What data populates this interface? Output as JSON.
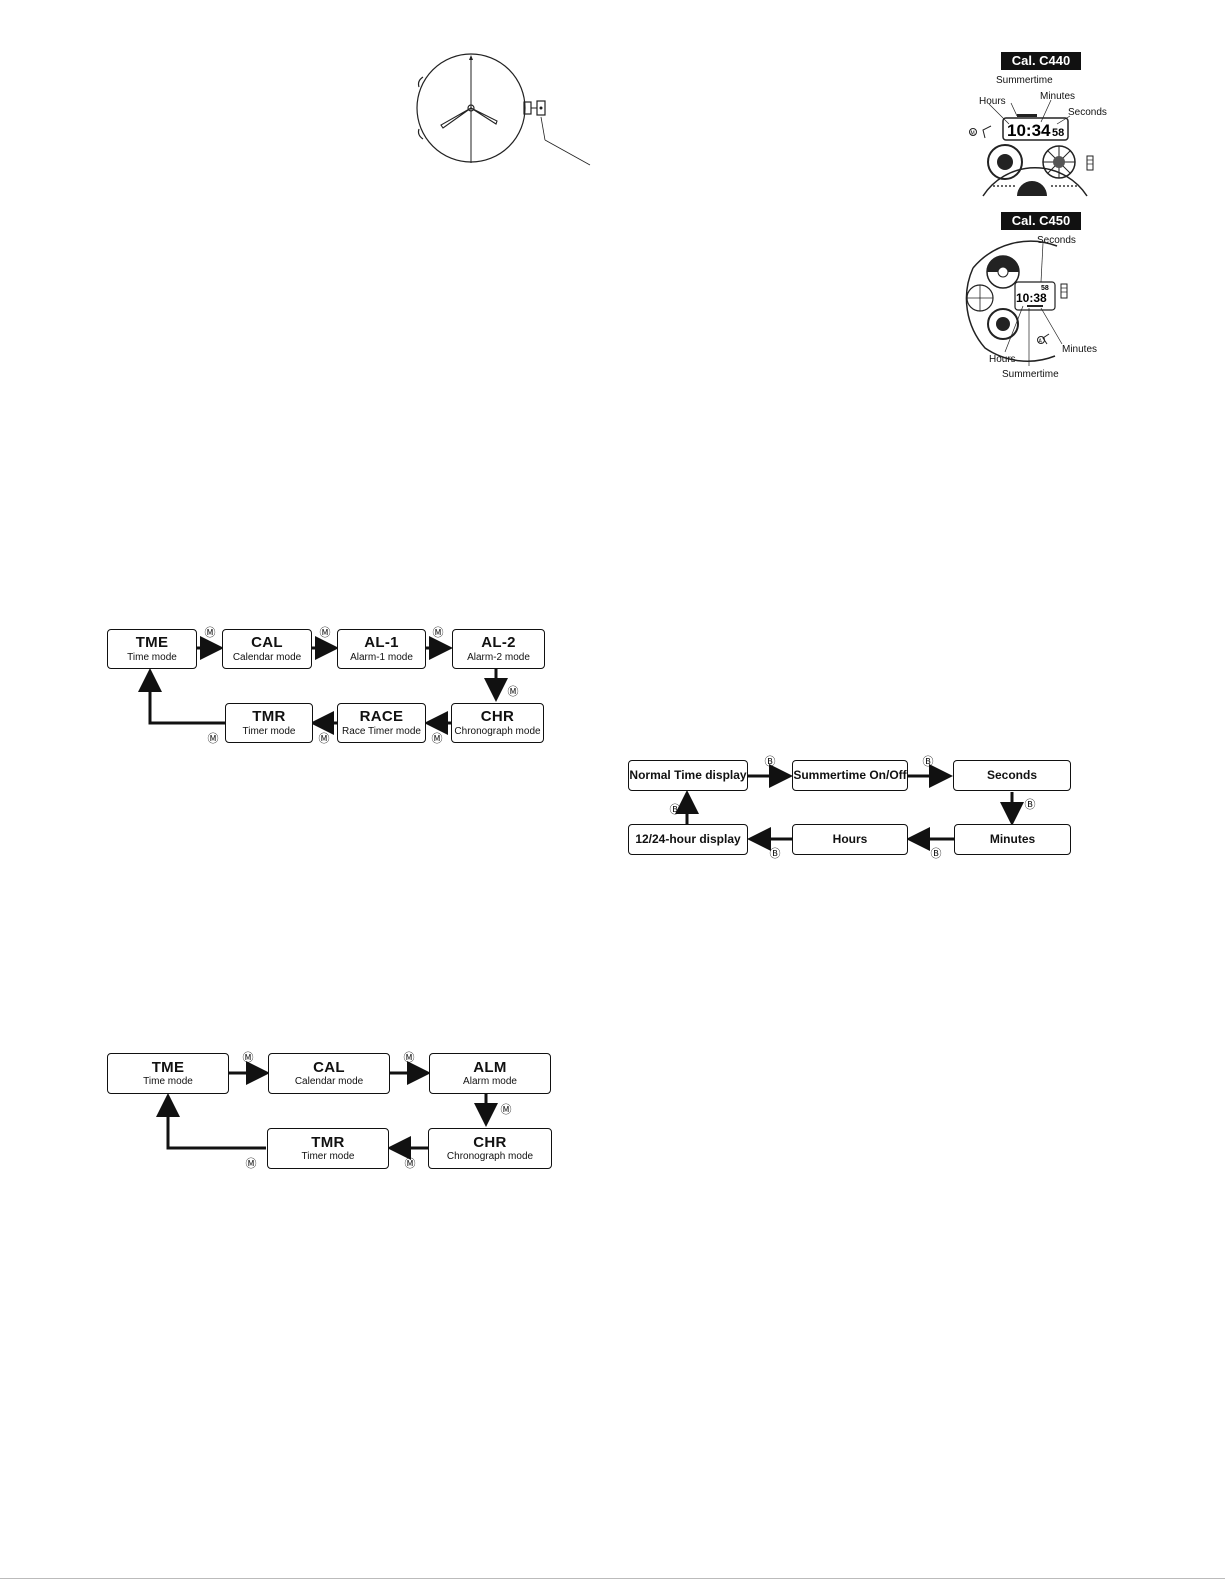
{
  "analog_watch": {
    "description_icon": "analog-watch-icon"
  },
  "cal_c440": {
    "badge": "Cal. C440",
    "labels": {
      "summertime": "Summertime",
      "hours": "Hours",
      "minutes": "Minutes",
      "seconds": "Seconds"
    },
    "display_digits": "10:34",
    "display_seconds": "58"
  },
  "cal_c450": {
    "badge": "Cal. C450",
    "labels": {
      "seconds": "Seconds",
      "minutes": "Minutes",
      "hours": "Hours",
      "summertime": "Summertime"
    },
    "display_digits": "10:38",
    "display_seconds": "58"
  },
  "flow_a": {
    "button": "M",
    "top_row": [
      {
        "title": "TME",
        "sub": "Time mode"
      },
      {
        "title": "CAL",
        "sub": "Calendar mode"
      },
      {
        "title": "AL-1",
        "sub": "Alarm-1 mode"
      },
      {
        "title": "AL-2",
        "sub": "Alarm-2 mode"
      }
    ],
    "bottom_row": [
      {
        "title": "TMR",
        "sub": "Timer mode"
      },
      {
        "title": "RACE",
        "sub": "Race Timer mode"
      },
      {
        "title": "CHR",
        "sub": "Chronograph mode"
      }
    ]
  },
  "flow_b": {
    "button": "B",
    "top_row": [
      "Normal Time display",
      "Summertime On/Off",
      "Seconds"
    ],
    "bottom_row": [
      "12/24-hour display",
      "Hours",
      "Minutes"
    ]
  },
  "flow_c": {
    "button": "M",
    "top_row": [
      {
        "title": "TME",
        "sub": "Time mode"
      },
      {
        "title": "CAL",
        "sub": "Calendar mode"
      },
      {
        "title": "ALM",
        "sub": "Alarm mode"
      }
    ],
    "bottom_row": [
      {
        "title": "TMR",
        "sub": "Timer mode"
      },
      {
        "title": "CHR",
        "sub": "Chronograph mode"
      }
    ]
  }
}
